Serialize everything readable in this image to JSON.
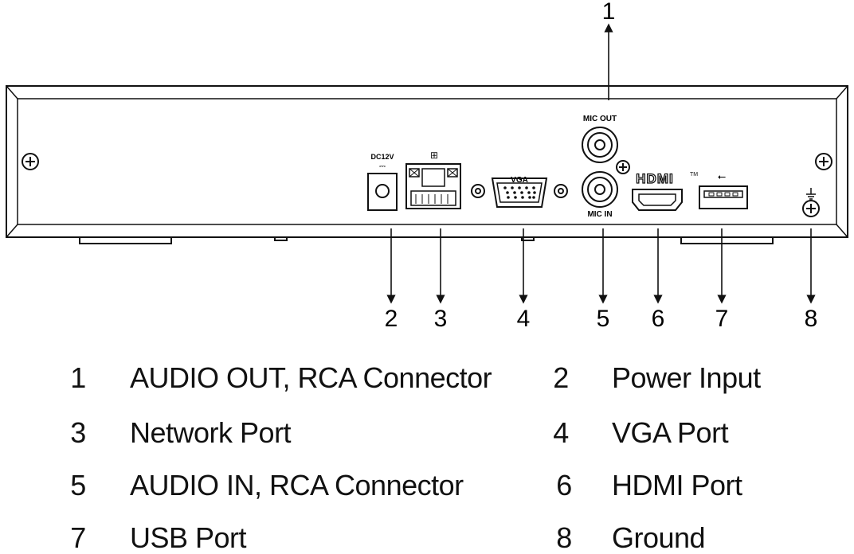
{
  "panel": {
    "labels": {
      "dc": "DC12V",
      "vga": "VGA",
      "mic_out": "MIC OUT",
      "mic_in": "MIC IN",
      "hdmi": "HDMI",
      "hdmi_tm": "TM"
    }
  },
  "callouts": [
    "1",
    "2",
    "3",
    "4",
    "5",
    "6",
    "7",
    "8"
  ],
  "legend": [
    {
      "num": "1",
      "text": "AUDIO OUT, RCA Connector"
    },
    {
      "num": "2",
      "text": "Power Input"
    },
    {
      "num": "3",
      "text": "Network Port"
    },
    {
      "num": "4",
      "text": "VGA Port"
    },
    {
      "num": "5",
      "text": "AUDIO IN, RCA Connector"
    },
    {
      "num": "6",
      "text": "HDMI Port"
    },
    {
      "num": "7",
      "text": "USB Port"
    },
    {
      "num": "8",
      "text": "Ground"
    }
  ]
}
